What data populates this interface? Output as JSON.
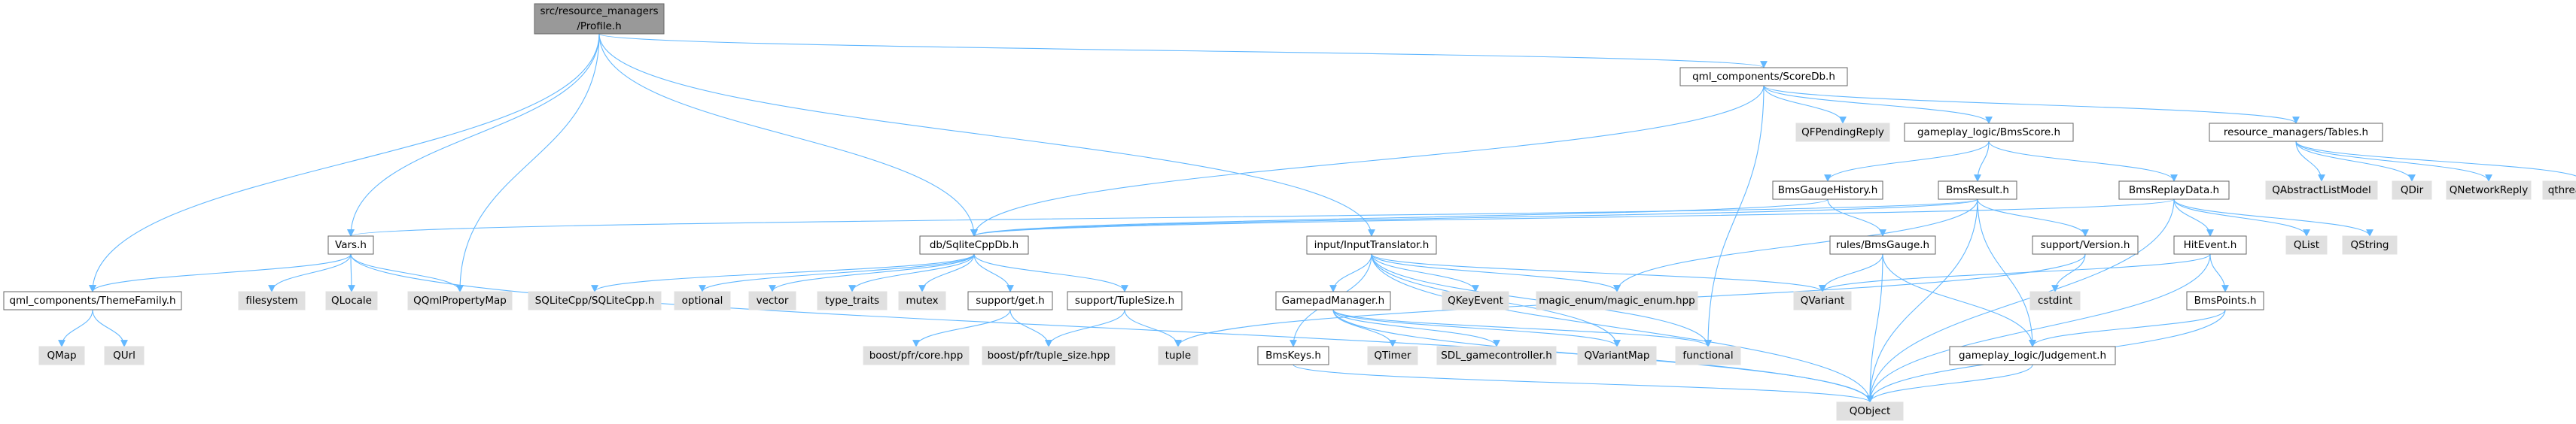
{
  "colors": {
    "root_fill": "#999999",
    "root_border": "#666666",
    "file_fill": "#ffffff",
    "file_border": "#666666",
    "external_fill": "#e0e0e0",
    "external_border": "#e0e0e0",
    "edge": "#63b8ff",
    "text": "#000000"
  },
  "nodes": [
    {
      "id": "profile",
      "lines": [
        "src/resource_managers",
        "/Profile.h"
      ],
      "kind": "root"
    },
    {
      "id": "scoredb",
      "lines": [
        "qml_components/ScoreDb.h"
      ],
      "kind": "file"
    },
    {
      "id": "qfpending",
      "lines": [
        "QFPendingReply"
      ],
      "kind": "external"
    },
    {
      "id": "bmsscore",
      "lines": [
        "gameplay_logic/BmsScore.h"
      ],
      "kind": "file"
    },
    {
      "id": "tables",
      "lines": [
        "resource_managers/Tables.h"
      ],
      "kind": "file"
    },
    {
      "id": "qabstract",
      "lines": [
        "QAbstractListModel"
      ],
      "kind": "external"
    },
    {
      "id": "qdir",
      "lines": [
        "QDir"
      ],
      "kind": "external"
    },
    {
      "id": "qnetwork",
      "lines": [
        "QNetworkReply"
      ],
      "kind": "external"
    },
    {
      "id": "qthreadpool",
      "lines": [
        "qthreadpool.h"
      ],
      "kind": "external"
    },
    {
      "id": "bmsgaugehist",
      "lines": [
        "BmsGaugeHistory.h"
      ],
      "kind": "file"
    },
    {
      "id": "bmsresult",
      "lines": [
        "BmsResult.h"
      ],
      "kind": "file"
    },
    {
      "id": "bmsreplay",
      "lines": [
        "BmsReplayData.h"
      ],
      "kind": "file"
    },
    {
      "id": "vars",
      "lines": [
        "Vars.h"
      ],
      "kind": "file"
    },
    {
      "id": "sqlitecppdb",
      "lines": [
        "db/SqliteCppDb.h"
      ],
      "kind": "file"
    },
    {
      "id": "inputtrans",
      "lines": [
        "input/InputTranslator.h"
      ],
      "kind": "file"
    },
    {
      "id": "bmsgauge",
      "lines": [
        "rules/BmsGauge.h"
      ],
      "kind": "file"
    },
    {
      "id": "version",
      "lines": [
        "support/Version.h"
      ],
      "kind": "file"
    },
    {
      "id": "hitevent",
      "lines": [
        "HitEvent.h"
      ],
      "kind": "file"
    },
    {
      "id": "qlist",
      "lines": [
        "QList"
      ],
      "kind": "external"
    },
    {
      "id": "qstring",
      "lines": [
        "QString"
      ],
      "kind": "external"
    },
    {
      "id": "themefamily",
      "lines": [
        "qml_components/ThemeFamily.h"
      ],
      "kind": "file"
    },
    {
      "id": "filesystem",
      "lines": [
        "filesystem"
      ],
      "kind": "external"
    },
    {
      "id": "qlocale",
      "lines": [
        "QLocale"
      ],
      "kind": "external"
    },
    {
      "id": "qqmlprop",
      "lines": [
        "QQmlPropertyMap"
      ],
      "kind": "external"
    },
    {
      "id": "sqlitecpp",
      "lines": [
        "SQLiteCpp/SQLiteCpp.h"
      ],
      "kind": "external"
    },
    {
      "id": "optional",
      "lines": [
        "optional"
      ],
      "kind": "external"
    },
    {
      "id": "vector",
      "lines": [
        "vector"
      ],
      "kind": "external"
    },
    {
      "id": "typetraits",
      "lines": [
        "type_traits"
      ],
      "kind": "external"
    },
    {
      "id": "mutex",
      "lines": [
        "mutex"
      ],
      "kind": "external"
    },
    {
      "id": "supportget",
      "lines": [
        "support/get.h"
      ],
      "kind": "file"
    },
    {
      "id": "tuplesize",
      "lines": [
        "support/TupleSize.h"
      ],
      "kind": "file"
    },
    {
      "id": "gamepadmgr",
      "lines": [
        "GamepadManager.h"
      ],
      "kind": "file"
    },
    {
      "id": "qkeyevent",
      "lines": [
        "QKeyEvent"
      ],
      "kind": "external"
    },
    {
      "id": "magicenum",
      "lines": [
        "magic_enum/magic_enum.hpp"
      ],
      "kind": "external"
    },
    {
      "id": "qvariant",
      "lines": [
        "QVariant"
      ],
      "kind": "external"
    },
    {
      "id": "cstdint",
      "lines": [
        "cstdint"
      ],
      "kind": "external"
    },
    {
      "id": "bmspoints",
      "lines": [
        "BmsPoints.h"
      ],
      "kind": "file"
    },
    {
      "id": "qmap",
      "lines": [
        "QMap"
      ],
      "kind": "external"
    },
    {
      "id": "qurl",
      "lines": [
        "QUrl"
      ],
      "kind": "external"
    },
    {
      "id": "boostcore",
      "lines": [
        "boost/pfr/core.hpp"
      ],
      "kind": "external"
    },
    {
      "id": "boosttuple",
      "lines": [
        "boost/pfr/tuple_size.hpp"
      ],
      "kind": "external"
    },
    {
      "id": "tuple",
      "lines": [
        "tuple"
      ],
      "kind": "external"
    },
    {
      "id": "bmskeys",
      "lines": [
        "BmsKeys.h"
      ],
      "kind": "file"
    },
    {
      "id": "qtimer",
      "lines": [
        "QTimer"
      ],
      "kind": "external"
    },
    {
      "id": "sdlgc",
      "lines": [
        "SDL_gamecontroller.h"
      ],
      "kind": "external"
    },
    {
      "id": "qvariantmap",
      "lines": [
        "QVariantMap"
      ],
      "kind": "external"
    },
    {
      "id": "functional",
      "lines": [
        "functional"
      ],
      "kind": "external"
    },
    {
      "id": "judgement",
      "lines": [
        "gameplay_logic/Judgement.h"
      ],
      "kind": "file"
    },
    {
      "id": "qobject",
      "lines": [
        "QObject"
      ],
      "kind": "external"
    }
  ],
  "edges": [
    [
      "profile",
      "scoredb"
    ],
    [
      "profile",
      "vars"
    ],
    [
      "profile",
      "sqlitecppdb"
    ],
    [
      "profile",
      "inputtrans"
    ],
    [
      "profile",
      "themefamily"
    ],
    [
      "profile",
      "qqmlprop"
    ],
    [
      "scoredb",
      "qfpending"
    ],
    [
      "scoredb",
      "bmsscore"
    ],
    [
      "scoredb",
      "tables"
    ],
    [
      "scoredb",
      "sqlitecppdb"
    ],
    [
      "scoredb",
      "functional"
    ],
    [
      "tables",
      "qabstract"
    ],
    [
      "tables",
      "qdir"
    ],
    [
      "tables",
      "qnetwork"
    ],
    [
      "tables",
      "qthreadpool"
    ],
    [
      "bmsscore",
      "bmsgaugehist"
    ],
    [
      "bmsscore",
      "bmsresult"
    ],
    [
      "bmsscore",
      "bmsreplay"
    ],
    [
      "bmsgaugehist",
      "sqlitecppdb"
    ],
    [
      "bmsgaugehist",
      "bmsgauge"
    ],
    [
      "bmsresult",
      "sqlitecppdb"
    ],
    [
      "bmsresult",
      "version"
    ],
    [
      "bmsresult",
      "judgement"
    ],
    [
      "bmsresult",
      "magicenum"
    ],
    [
      "bmsresult",
      "qobject"
    ],
    [
      "bmsresult",
      "vars"
    ],
    [
      "bmsreplay",
      "sqlitecppdb"
    ],
    [
      "bmsreplay",
      "hitevent"
    ],
    [
      "bmsreplay",
      "qlist"
    ],
    [
      "bmsreplay",
      "qstring"
    ],
    [
      "bmsreplay",
      "qobject"
    ],
    [
      "vars",
      "themefamily"
    ],
    [
      "vars",
      "filesystem"
    ],
    [
      "vars",
      "qlocale"
    ],
    [
      "vars",
      "qqmlprop"
    ],
    [
      "vars",
      "qobject"
    ],
    [
      "sqlitecppdb",
      "sqlitecpp"
    ],
    [
      "sqlitecppdb",
      "optional"
    ],
    [
      "sqlitecppdb",
      "vector"
    ],
    [
      "sqlitecppdb",
      "typetraits"
    ],
    [
      "sqlitecppdb",
      "mutex"
    ],
    [
      "sqlitecppdb",
      "supportget"
    ],
    [
      "sqlitecppdb",
      "tuplesize"
    ],
    [
      "inputtrans",
      "gamepadmgr"
    ],
    [
      "inputtrans",
      "bmskeys"
    ],
    [
      "inputtrans",
      "qkeyevent"
    ],
    [
      "inputtrans",
      "magicenum"
    ],
    [
      "inputtrans",
      "qvariant"
    ],
    [
      "inputtrans",
      "functional"
    ],
    [
      "inputtrans",
      "qobject"
    ],
    [
      "inputtrans",
      "qvariantmap"
    ],
    [
      "bmsgauge",
      "qvariant"
    ],
    [
      "bmsgauge",
      "judgement"
    ],
    [
      "bmsgauge",
      "qobject"
    ],
    [
      "version",
      "cstdint"
    ],
    [
      "version",
      "tuple"
    ],
    [
      "hitevent",
      "qvariant"
    ],
    [
      "hitevent",
      "bmspoints"
    ],
    [
      "hitevent",
      "qobject"
    ],
    [
      "bmspoints",
      "judgement"
    ],
    [
      "bmspoints",
      "qobject"
    ],
    [
      "themefamily",
      "qmap"
    ],
    [
      "themefamily",
      "qurl"
    ],
    [
      "supportget",
      "boostcore"
    ],
    [
      "supportget",
      "boosttuple"
    ],
    [
      "tuplesize",
      "tuple"
    ],
    [
      "tuplesize",
      "boosttuple"
    ],
    [
      "gamepadmgr",
      "qtimer"
    ],
    [
      "gamepadmgr",
      "sdlgc"
    ],
    [
      "gamepadmgr",
      "qvariantmap"
    ],
    [
      "gamepadmgr",
      "functional"
    ],
    [
      "gamepadmgr",
      "qobject"
    ],
    [
      "bmskeys",
      "qobject"
    ],
    [
      "judgement",
      "qobject"
    ]
  ]
}
